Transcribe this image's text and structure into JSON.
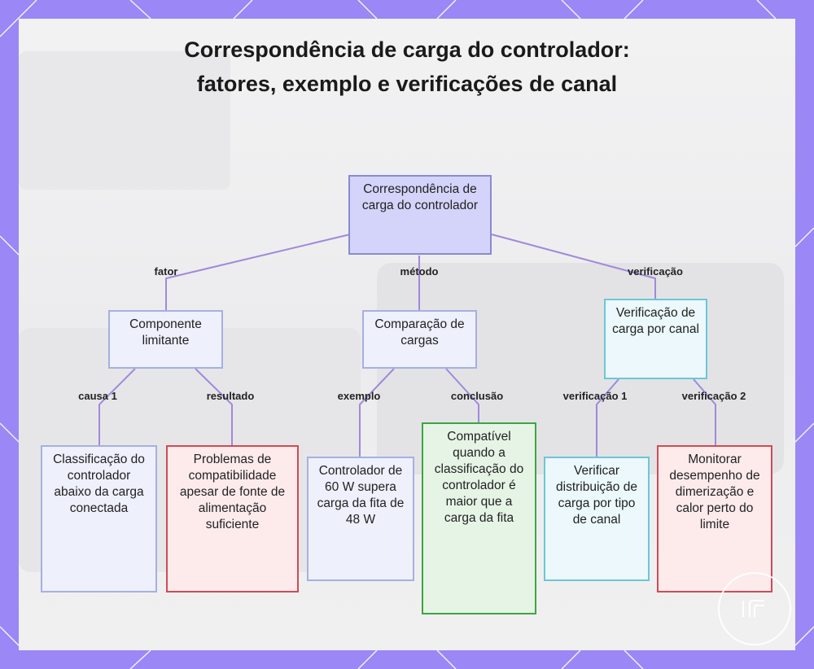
{
  "title": "Correspondência de carga do controlador: fatores, exemplo e verificações de canal",
  "nodes": {
    "root": "Correspondência de carga do controlador",
    "componente": "Componente limitante",
    "comparacao": "Comparação de cargas",
    "verificacao": "Verificação de carga por canal",
    "classificacao": "Classificação do controlador abaixo da carga conectada",
    "problemas": "Problemas de compatibilidade apesar de fonte de alimentação suficiente",
    "controlador60": "Controlador de 60 W supera carga da fita de 48 W",
    "compativel": "Compatível quando a classificação do controlador é maior que a carga da fita",
    "distribuicao": "Verificar distribuição de carga por tipo de canal",
    "monitorar": "Monitorar desempenho de dimerização e calor perto do limite"
  },
  "edges": {
    "fator": "fator",
    "metodo": "método",
    "verificacao": "verificação",
    "causa1": "causa 1",
    "resultado": "resultado",
    "exemplo": "exemplo",
    "conclusao": "conclusão",
    "verificacao1": "verificação 1",
    "verificacao2": "verificação 2"
  },
  "colors": {
    "frame": "#9b87f5",
    "connector": "#a08ad8",
    "root_fill": "#d4d4fa",
    "blue_border": "#a6b0e0",
    "cyan_border": "#6cc6d8",
    "red_border": "#d24a55",
    "green_border": "#3da544"
  }
}
